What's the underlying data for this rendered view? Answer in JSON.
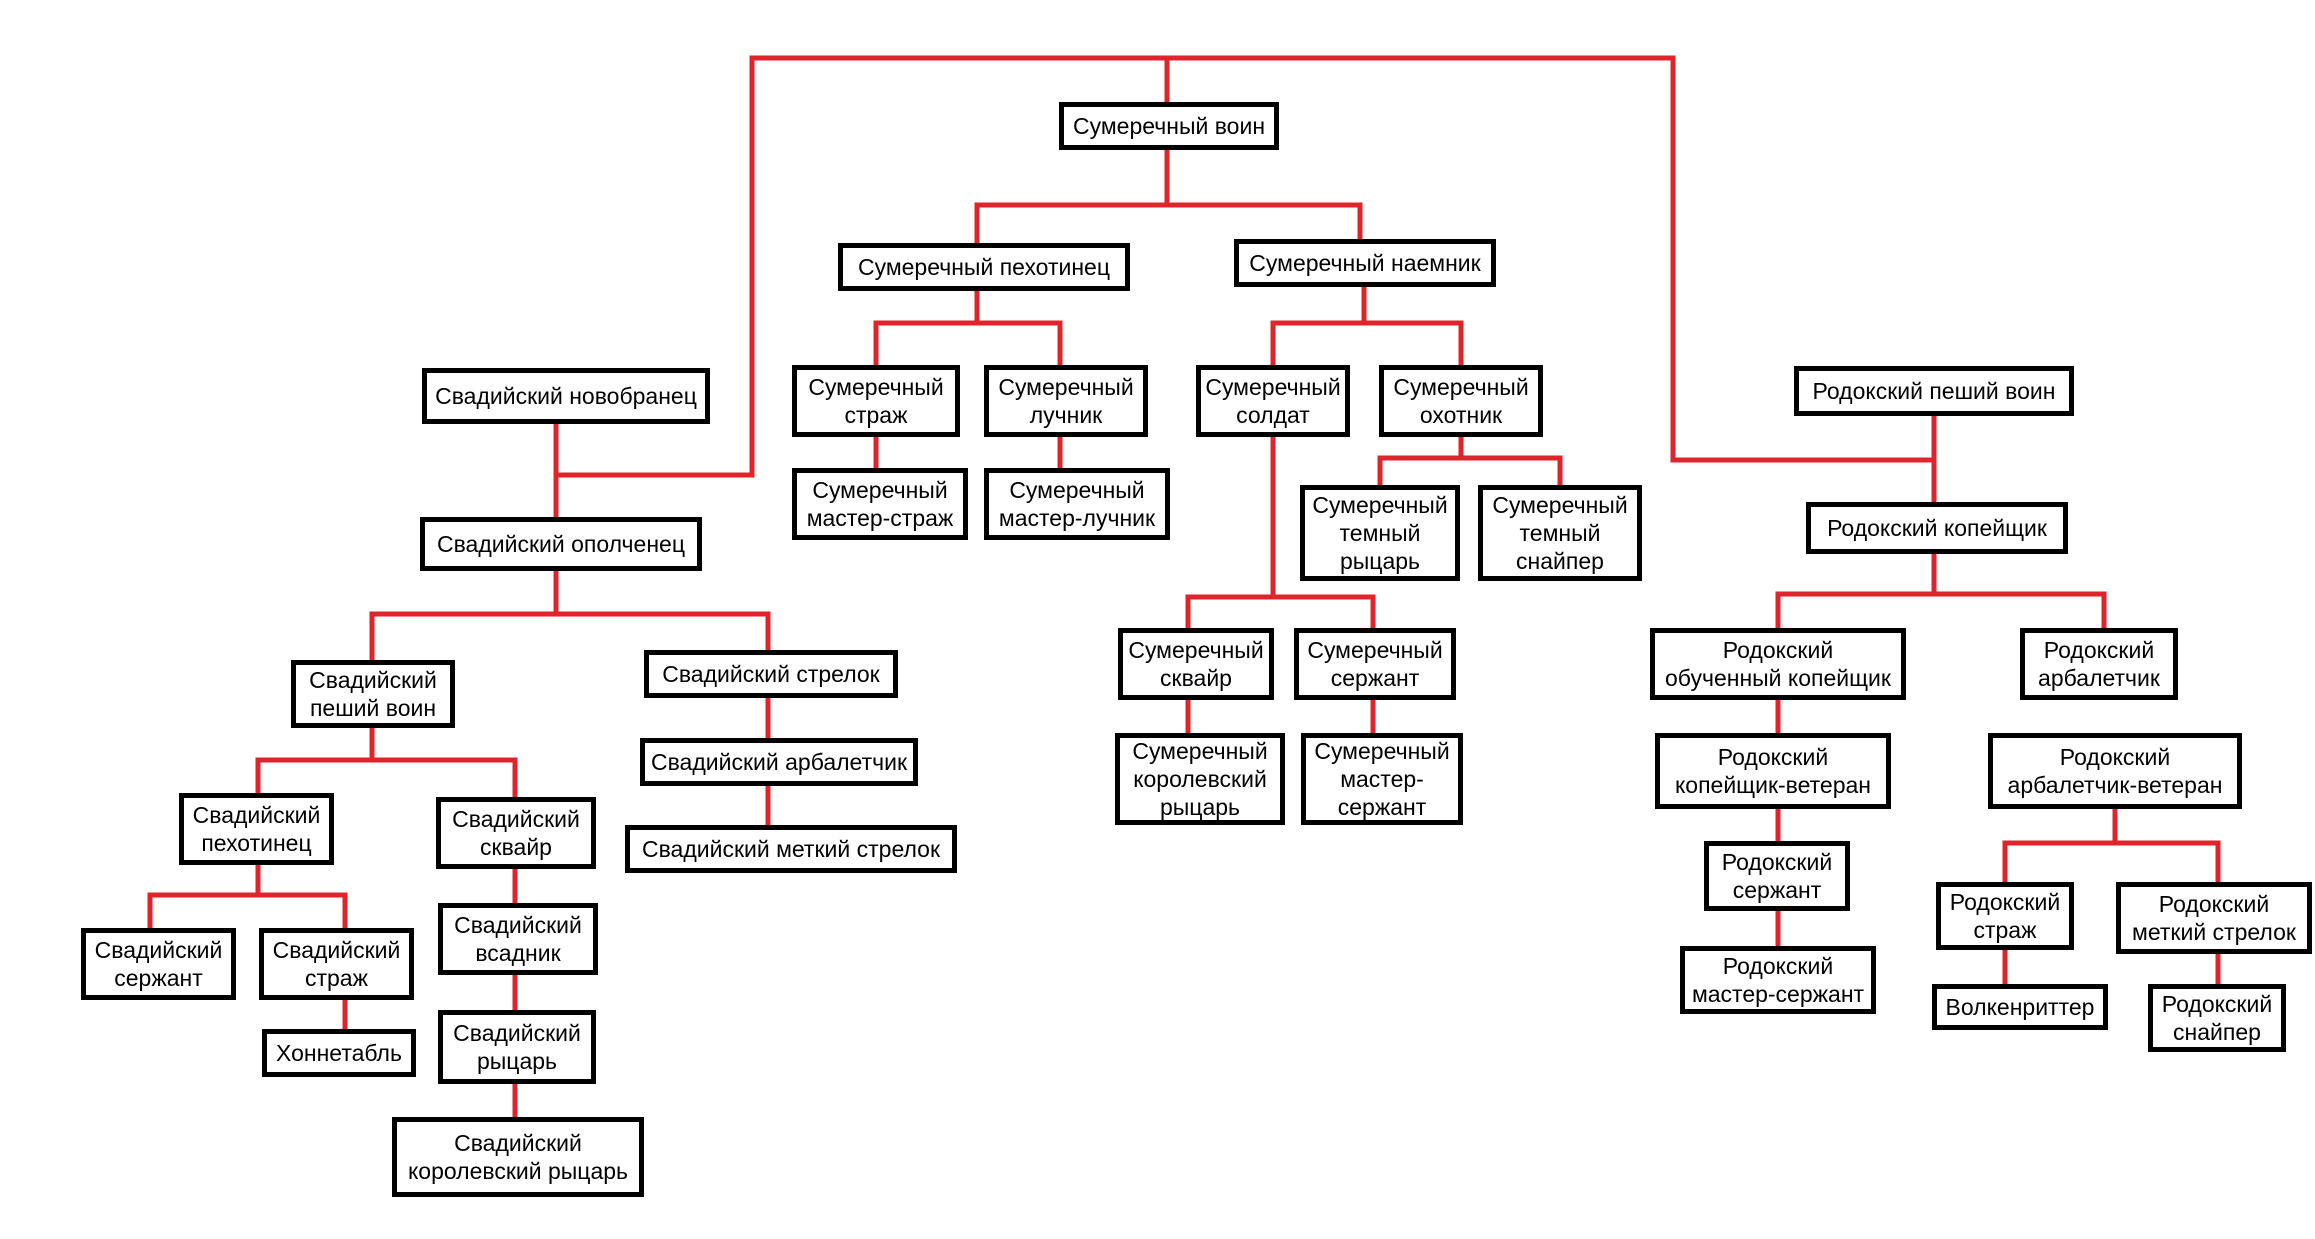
{
  "colors": {
    "link": "#e0242b",
    "border": "#000000",
    "background": "#ffffff"
  },
  "nodes": {
    "twilight_warrior": "Сумеречный воин",
    "twilight_infantryman": "Сумеречный пехотинец",
    "twilight_mercenary": "Сумеречный наемник",
    "twilight_guard": "Сумеречный\nстраж",
    "twilight_archer": "Сумеречный\nлучник",
    "twilight_master_guard": "Сумеречный\nмастер-страж",
    "twilight_master_archer": "Сумеречный\nмастер-лучник",
    "twilight_soldier": "Сумеречный\nсолдат",
    "twilight_hunter": "Сумеречный\nохотник",
    "twilight_dark_knight": "Сумеречный\nтемный\nрыцарь",
    "twilight_dark_sniper": "Сумеречный\nтемный\nснайпер",
    "twilight_squire": "Сумеречный\nсквайр",
    "twilight_sergeant": "Сумеречный\nсержант",
    "twilight_royal_knight": "Сумеречный\nкоролевский\nрыцарь",
    "twilight_master_sergeant": "Сумеречный\nмастер-\nсержант",
    "swadian_recruit": "Свадийский новобранец",
    "swadian_militia": "Свадийский ополченец",
    "swadian_footman": "Свадийский\nпеший воин",
    "swadian_shooter": "Свадийский стрелок",
    "swadian_crossbowman": "Свадийский арбалетчик",
    "swadian_sharpshooter": "Свадийский меткий стрелок",
    "swadian_infantryman": "Свадийский\nпехотинец",
    "swadian_squire": "Свадийский\nсквайр",
    "swadian_sergeant": "Свадийский\nсержант",
    "swadian_guard": "Свадийский\nстраж",
    "swadian_constable": "Хоннетабль",
    "swadian_rider": "Свадийский\nвсадник",
    "swadian_knight": "Свадийский\nрыцарь",
    "swadian_royal_knight": "Свадийский\nкоролевский рыцарь",
    "rhodok_footman": "Родокский пеший воин",
    "rhodok_spearman": "Родокский копейщик",
    "rhodok_trained_spearman": "Родокский\nобученный копейщик",
    "rhodok_crossbowman": "Родокский\nарбалетчик",
    "rhodok_veteran_spearman": "Родокский\nкопейщик-ветеран",
    "rhodok_veteran_crossbowman": "Родокский\nарбалетчик-ветеран",
    "rhodok_sergeant": "Родокский\nсержант",
    "rhodok_master_sergeant": "Родокский\nмастер-сержант",
    "rhodok_guard": "Родокский\nстраж",
    "rhodok_sharpshooter": "Родокский\nметкий стрелок",
    "rhodok_volkenritter": "Волкенриттер",
    "rhodok_sniper": "Родокский\nснайпер"
  }
}
